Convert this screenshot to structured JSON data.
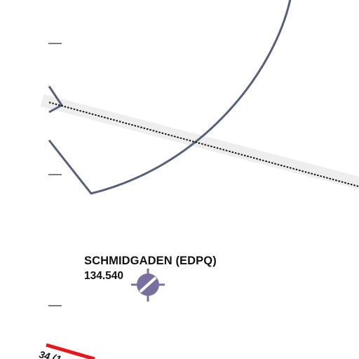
{
  "airport": {
    "name": "SCHMIDGADEN (EDPQ)",
    "frequency": "134.540",
    "icon": "airfield-icon",
    "icon_color": "#7b6fa0"
  },
  "clipped_label": {
    "text": "34 (1"
  },
  "colors": {
    "airspace_boundary": "#566078",
    "route_line": "#111111",
    "route_corridor": "#eeeeee",
    "restricted_area": "#e8161b",
    "tick_mark": "#333333"
  }
}
